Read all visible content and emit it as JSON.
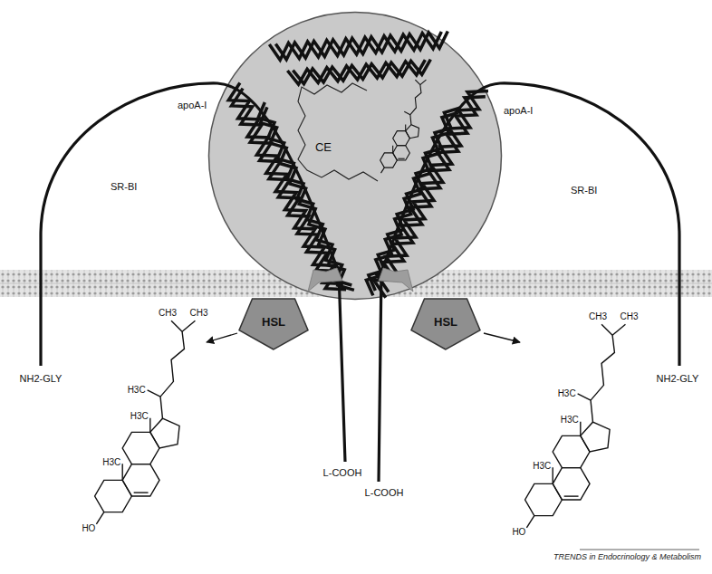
{
  "diagram": {
    "caption": "TRENDS in Endocrinology & Metabolism",
    "nodes": [
      {
        "text": [
          "CE"
        ]
      },
      {
        "text": [
          "HSL"
        ]
      },
      {
        "text": [
          "HSL"
        ]
      }
    ],
    "labels": [
      "apoA-I",
      "apoA-I",
      "SR-BI",
      "SR-BI",
      "NH2-GLY",
      "NH2-GLY",
      "L-COOH",
      "L-COOH",
      "CH3",
      "CH3",
      "H3C",
      "H3C",
      "H3C",
      "HO",
      "CH3",
      "CH3",
      "H3C",
      "H3C",
      "H3C",
      "HO"
    ]
  }
}
